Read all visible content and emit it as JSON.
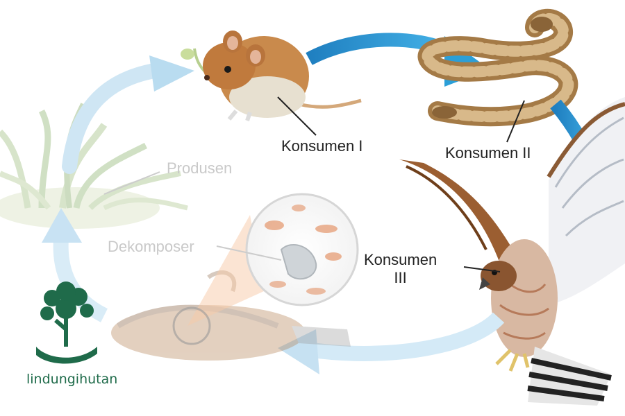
{
  "labels": {
    "produsen": "Produsen",
    "dekomposer": "Dekomposer",
    "konsumen_1": "Konsumen I",
    "konsumen_2": "Konsumen II",
    "konsumen_3_line1": "Konsumen",
    "konsumen_3_line2": "III"
  },
  "logo": {
    "text": "lindungihutan"
  },
  "icons": [
    "grass-plant",
    "mouse",
    "snake",
    "hawk",
    "dead-bird",
    "magnifier",
    "tree-hand-logo"
  ],
  "colors": {
    "arrow_active": "#2b9fd8",
    "arrow_faded": "#b9dcf0",
    "logo_green": "#1f6b4a",
    "label_text": "#222222",
    "label_faded": "#c9c9c9"
  }
}
